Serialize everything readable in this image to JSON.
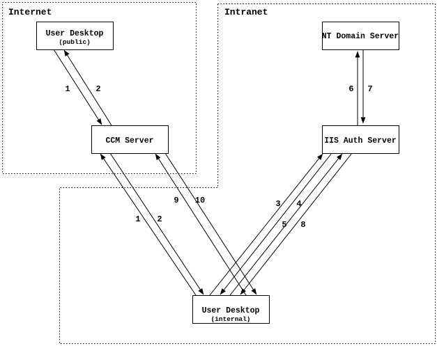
{
  "zones": {
    "internet": {
      "label": "Internet"
    },
    "intranet": {
      "label": "Intranet"
    }
  },
  "nodes": {
    "user_desktop_public": {
      "title": "User Desktop",
      "subtitle": "(public)"
    },
    "ccm_server": {
      "title": "CCM Server"
    },
    "nt_domain_server": {
      "title": "NT Domain Server"
    },
    "iis_auth_server": {
      "title": "IIS Auth Server"
    },
    "user_desktop_internal": {
      "title": "User Desktop",
      "subtitle": "(internal)"
    }
  },
  "flow_labels": {
    "public_1": "1",
    "public_2": "2",
    "internal_1": "1",
    "internal_2": "2",
    "step_3": "3",
    "step_4": "4",
    "step_5": "5",
    "step_6": "6",
    "step_7": "7",
    "step_8": "8",
    "step_9": "9",
    "step_10": "10"
  },
  "colors": {
    "line": "#000000",
    "background": "#ffffff"
  }
}
